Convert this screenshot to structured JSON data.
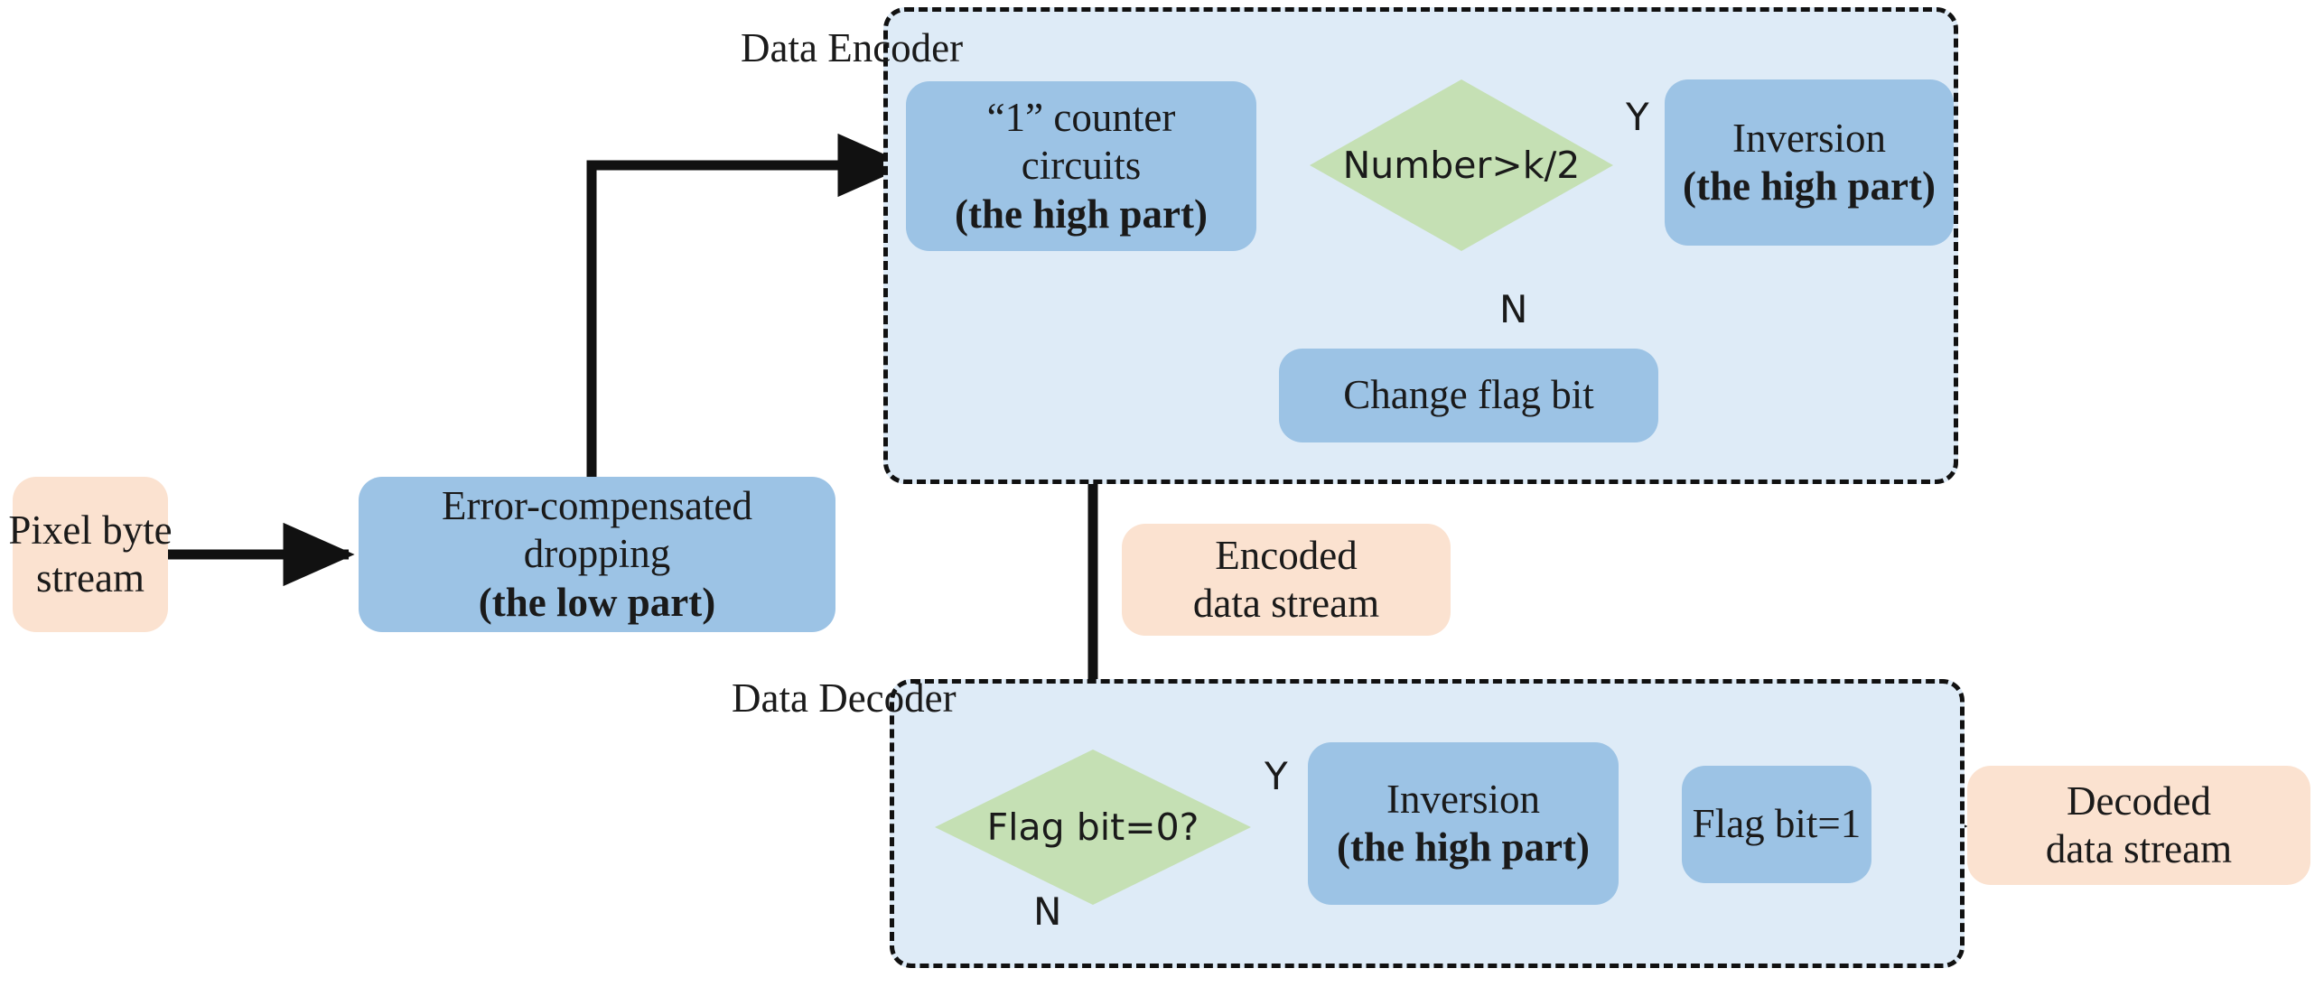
{
  "diagram": {
    "title": "Data encoder and decoder flowchart",
    "colors": {
      "box_blue": "#9CC3E5",
      "box_peach": "#FBE2D0",
      "decision_green": "#C5E0B4",
      "group_background": "#DEEBF7",
      "line": "#111111"
    },
    "groups": [
      {
        "id": "encoder",
        "label_line1": "Data",
        "label_line2": "Encoder"
      },
      {
        "id": "decoder",
        "label_line1": "Data",
        "label_line2": "Decoder"
      }
    ],
    "nodes": {
      "pixel_byte_stream": {
        "line1": "Pixel byte",
        "line2": "stream"
      },
      "error_compensated_dropping": {
        "line1": "Error-compensated",
        "line2": "dropping",
        "line3": "(the low part)"
      },
      "one_counter_circuits": {
        "line1": "“1”  counter",
        "line2": "circuits",
        "line3": "(the high part)"
      },
      "number_gt_k2": {
        "label": "Number>k/2"
      },
      "inversion_encoder": {
        "line1": "Inversion",
        "line2": "(the high part)"
      },
      "change_flag_bit": {
        "line1": "Change flag bit"
      },
      "encoded_data_stream": {
        "line1": "Encoded",
        "line2": "data stream"
      },
      "flag_bit_zero": {
        "label": "Flag bit=0?"
      },
      "inversion_decoder": {
        "line1": "Inversion",
        "line2": "(the high part)"
      },
      "flag_bit_one": {
        "line1": "Flag bit=1"
      },
      "decoded_data_stream": {
        "line1": "Decoded",
        "line2": "data stream"
      }
    },
    "edge_labels": {
      "encoder_yes": "Y",
      "encoder_no": "N",
      "decoder_yes": "Y",
      "decoder_no": "N"
    }
  }
}
